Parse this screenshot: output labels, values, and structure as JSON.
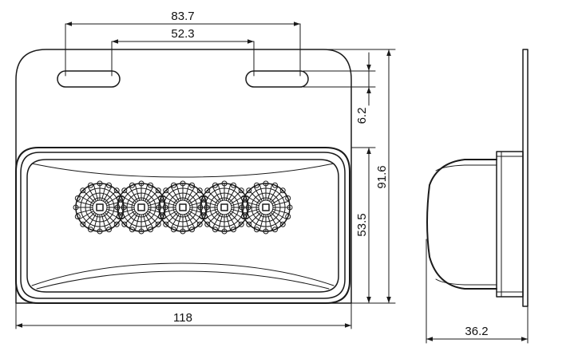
{
  "dimensions": {
    "hole_spacing_outer": "83.7",
    "hole_spacing_inner": "52.3",
    "slot_offset": "6.2",
    "overall_height": "91.6",
    "lens_height": "53.5",
    "overall_width": "118",
    "depth": "36.2"
  },
  "led_count": 5
}
